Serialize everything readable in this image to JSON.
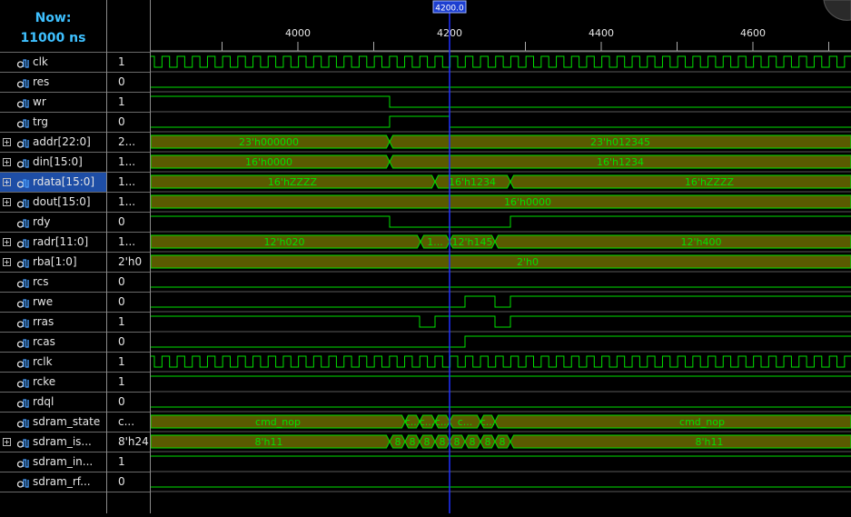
{
  "header": {
    "now_label": "Now:",
    "now_time": "11000 ns",
    "cursor_time": "4200.0"
  },
  "timescale": {
    "ticks": [
      "4000",
      "4200",
      "4400",
      "4600"
    ]
  },
  "colors": {
    "signal": "#00e000",
    "bus_fill": "#5a5a00",
    "cursor": "#2030ff",
    "now_text": "#3ec0ff",
    "selected": "#1e4ea6"
  },
  "signals": [
    {
      "name": "clk",
      "value": "1",
      "bus": false,
      "selected": false
    },
    {
      "name": "res",
      "value": "0",
      "bus": false,
      "selected": false
    },
    {
      "name": "wr",
      "value": "1",
      "bus": false,
      "selected": false
    },
    {
      "name": "trg",
      "value": "0",
      "bus": false,
      "selected": false
    },
    {
      "name": "addr[22:0]",
      "value": "2...",
      "bus": true,
      "selected": false
    },
    {
      "name": "din[15:0]",
      "value": "1...",
      "bus": true,
      "selected": false
    },
    {
      "name": "rdata[15:0]",
      "value": "1...",
      "bus": true,
      "selected": true
    },
    {
      "name": "dout[15:0]",
      "value": "1...",
      "bus": true,
      "selected": false
    },
    {
      "name": "rdy",
      "value": "0",
      "bus": false,
      "selected": false
    },
    {
      "name": "radr[11:0]",
      "value": "1...",
      "bus": true,
      "selected": false
    },
    {
      "name": "rba[1:0]",
      "value": "2'h0",
      "bus": true,
      "selected": false
    },
    {
      "name": "rcs",
      "value": "0",
      "bus": false,
      "selected": false
    },
    {
      "name": "rwe",
      "value": "0",
      "bus": false,
      "selected": false
    },
    {
      "name": "rras",
      "value": "1",
      "bus": false,
      "selected": false
    },
    {
      "name": "rcas",
      "value": "0",
      "bus": false,
      "selected": false
    },
    {
      "name": "rclk",
      "value": "1",
      "bus": false,
      "selected": false
    },
    {
      "name": "rcke",
      "value": "1",
      "bus": false,
      "selected": false
    },
    {
      "name": "rdql",
      "value": "0",
      "bus": false,
      "selected": false
    },
    {
      "name": "sdram_state",
      "value": "c...",
      "bus": false,
      "selected": false
    },
    {
      "name": "sdram_is...",
      "value": "8'h24",
      "bus": true,
      "selected": false
    },
    {
      "name": "sdram_in...",
      "value": "1",
      "bus": false,
      "selected": false
    },
    {
      "name": "sdram_rf...",
      "value": "0",
      "bus": false,
      "selected": false
    }
  ],
  "waveform_labels": {
    "addr": [
      "23'h000000",
      "23'h012345"
    ],
    "din": [
      "16'h0000",
      "16'h1234"
    ],
    "rdata": [
      "16'hZZZZ",
      "16'h1234",
      "16'hZZZZ"
    ],
    "dout": [
      "16'h0000"
    ],
    "radr": [
      "12'h020",
      "1...",
      "12'h145",
      "12'h400"
    ],
    "rba": [
      "2'h0"
    ],
    "sdram_state": [
      "cmd_nop",
      "c...",
      "c...",
      "c...",
      "c...",
      "c...",
      "cmd_nop"
    ],
    "sdram_is": [
      "8'h11",
      "8",
      "8",
      "8",
      "8",
      "8",
      "8",
      "8",
      "8",
      "8'h11"
    ]
  }
}
